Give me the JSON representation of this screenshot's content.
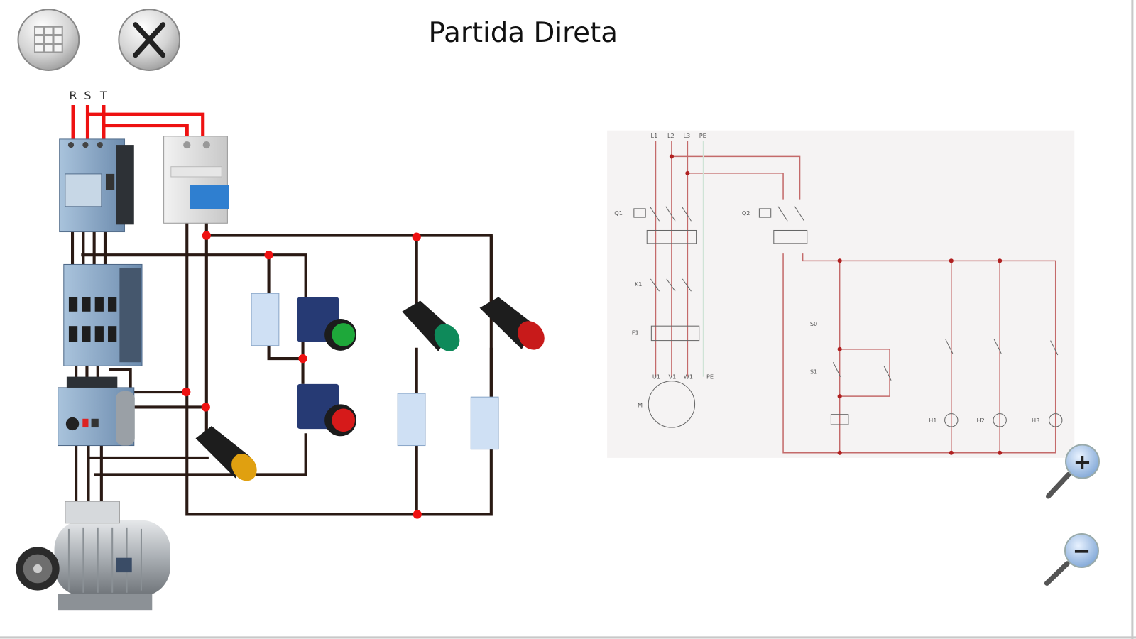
{
  "header": {
    "title": "Partida Direta",
    "menu_button": "grid-menu",
    "close_button": "close"
  },
  "wiring": {
    "phase_labels": [
      "R",
      "S",
      "T"
    ]
  },
  "schematic": {
    "supply_labels": [
      "L1",
      "L2",
      "L3",
      "PE"
    ],
    "device_labels": [
      "Q1",
      "Q2",
      "K1",
      "F1",
      "M",
      "S0",
      "S1",
      "H1",
      "H2",
      "H3"
    ],
    "motor_terminals": [
      "U1",
      "V1",
      "W1",
      "PE"
    ]
  },
  "zoom": {
    "zoom_in": "+",
    "zoom_out": "−"
  },
  "colors": {
    "phase_wire": "#ee1111",
    "control_wire": "#2a1a14",
    "schematic_wire": "#c46a6a",
    "junction": "#ee1111"
  }
}
